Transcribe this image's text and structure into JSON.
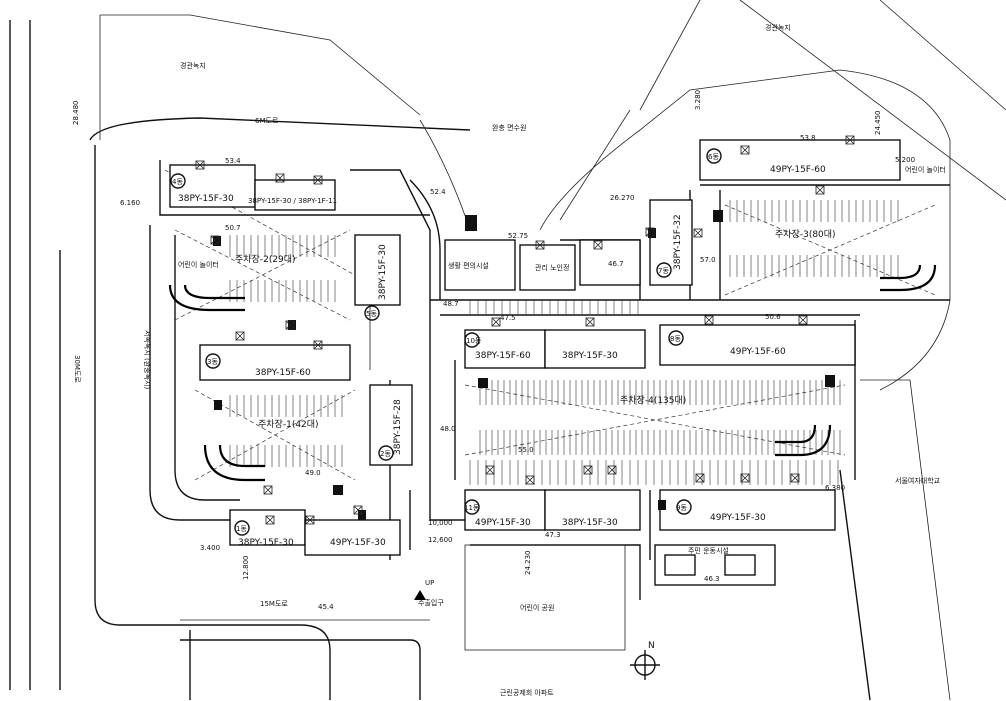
{
  "site": {
    "top_green_left": "경관녹지",
    "top_green_right": "경관녹지",
    "park_top": "완충 면수원",
    "road_6m": "6M도로",
    "road_30m": "30M도로",
    "road_15m": "15M도로",
    "left_green": "서쪽녹지 (완충녹지)",
    "school": "서울여자대학교",
    "playground_right": "어린이 놀이터",
    "playground_left": "어린이 놀이터",
    "playground_bottom": "어린이 공원",
    "bottom_apartment": "근린공제회 아파트",
    "entrance": "주출입구",
    "community": "주민 운동시설",
    "senior": "관리 노인정",
    "welfare": "생활 편의시설",
    "north": "N",
    "up": "UP"
  },
  "buildings": [
    {
      "no": "1동",
      "label": "38PY-15F-30"
    },
    {
      "no": "1동",
      "label": "49PY-15F-30"
    },
    {
      "no": "2동",
      "label": "38PY-15F-28"
    },
    {
      "no": "3동",
      "label": "38PY-15F-60"
    },
    {
      "no": "4동",
      "label": "38PY-15F-30"
    },
    {
      "no": "5동",
      "label": "38PY-15F-30"
    },
    {
      "no": "5동",
      "label": "38PY-15F-30 / 38PY-1F-11"
    },
    {
      "no": "6동",
      "label": "49PY-15F-60"
    },
    {
      "no": "7동",
      "label": "38PY-15F-32"
    },
    {
      "no": "8동",
      "label": "49PY-15F-60"
    },
    {
      "no": "9동",
      "label": "38PY-15F-30"
    },
    {
      "no": "9동",
      "label": "49PY-15F-30"
    },
    {
      "no": "10동",
      "label": "38PY-15F-60"
    },
    {
      "no": "11동",
      "label": "38PY-15F-30"
    },
    {
      "no": "11동",
      "label": "49PY-15F-30"
    }
  ],
  "parking": [
    {
      "label": "주차장-1(42대)"
    },
    {
      "label": "주차장-2(29대)"
    },
    {
      "label": "주차장-3(80대)"
    },
    {
      "label": "주차장-4(135대)"
    }
  ],
  "elevations": [
    "53.4",
    "50.7",
    "48.7",
    "52.4",
    "52.75",
    "48.0",
    "46.7",
    "47.3",
    "45.4",
    "46.3",
    "49.0",
    "55.0",
    "57.0",
    "53.8",
    "50.6",
    "47.5"
  ],
  "dims": [
    "28.480",
    "6.160",
    "5.200",
    "26.270",
    "3.280",
    "24.450",
    "12,600",
    "10,000",
    "6.380",
    "24.230",
    "12.800",
    "3.400"
  ],
  "colors": {
    "line": "#000000",
    "paper": "#ffffff"
  }
}
